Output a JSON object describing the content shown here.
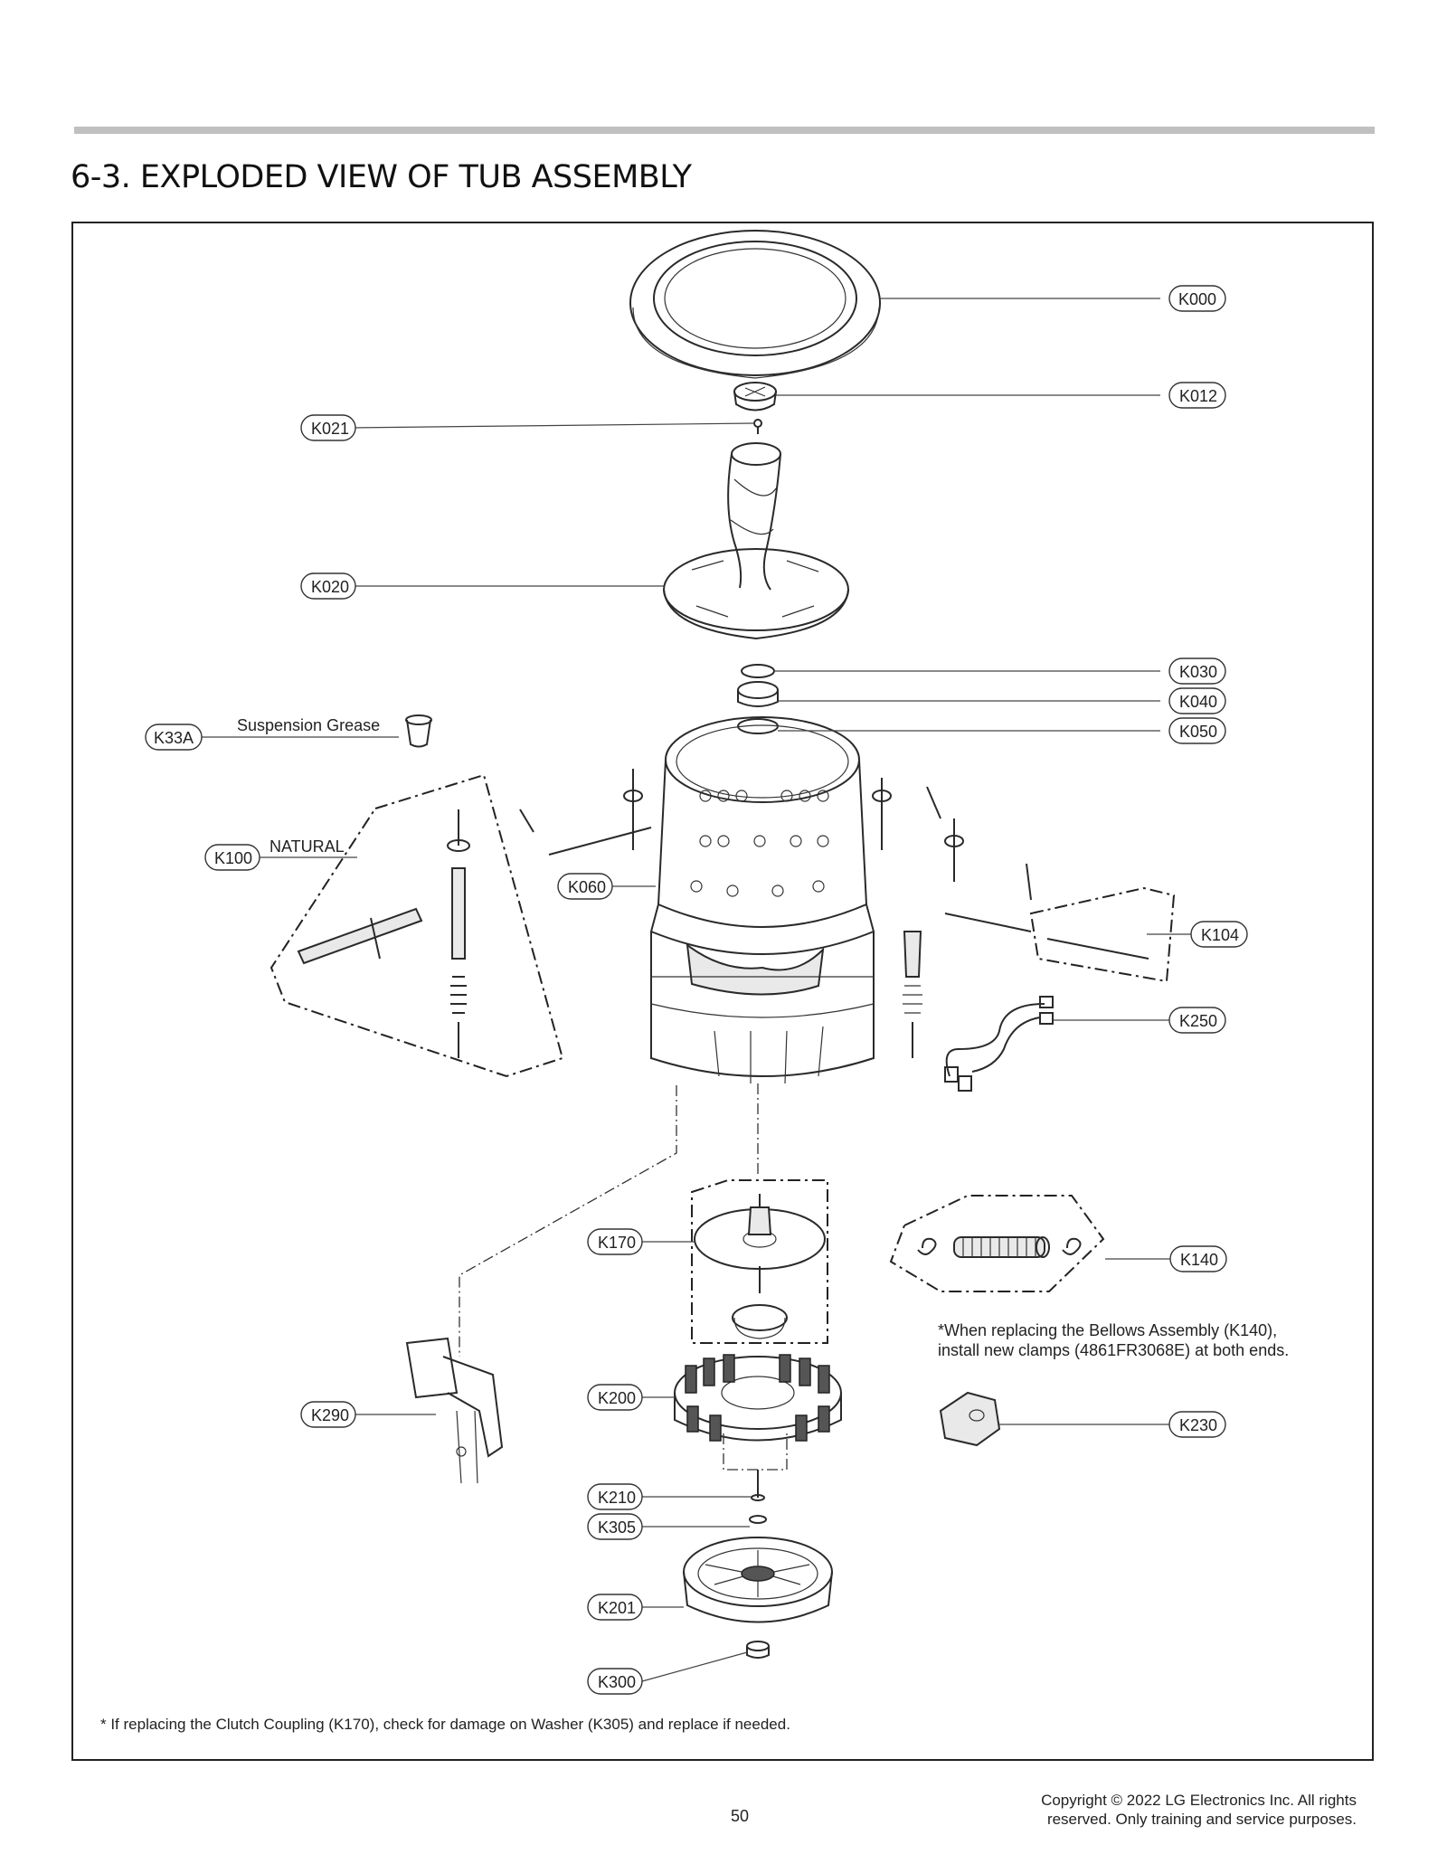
{
  "page": {
    "title": "6-3. EXPLODED VIEW OF TUB ASSEMBLY",
    "page_number": "50",
    "copyright_line1": "Copyright © 2022 LG Electronics Inc. All rights",
    "copyright_line2": "reserved. Only training and service purposes."
  },
  "callouts": {
    "k000": "K000",
    "k012": "K012",
    "k021": "K021",
    "k020": "K020",
    "k030": "K030",
    "k040": "K040",
    "k050": "K050",
    "k33a": "K33A",
    "k100": "K100",
    "k060": "K060",
    "k104": "K104",
    "k250": "K250",
    "k170": "K170",
    "k140": "K140",
    "k290": "K290",
    "k200": "K200",
    "k230": "K230",
    "k210": "K210",
    "k305": "K305",
    "k201": "K201",
    "k300": "K300"
  },
  "labels": {
    "suspension_grease": "Suspension Grease",
    "natural": "NATURAL",
    "bellows_note_line1": "*When replacing the Bellows Assembly (K140),",
    "bellows_note_line2": "install new clamps (4861FR3068E) at both ends.",
    "footnote": "* If replacing the Clutch Coupling (K170), check for damage on Washer (K305) and replace if needed."
  }
}
